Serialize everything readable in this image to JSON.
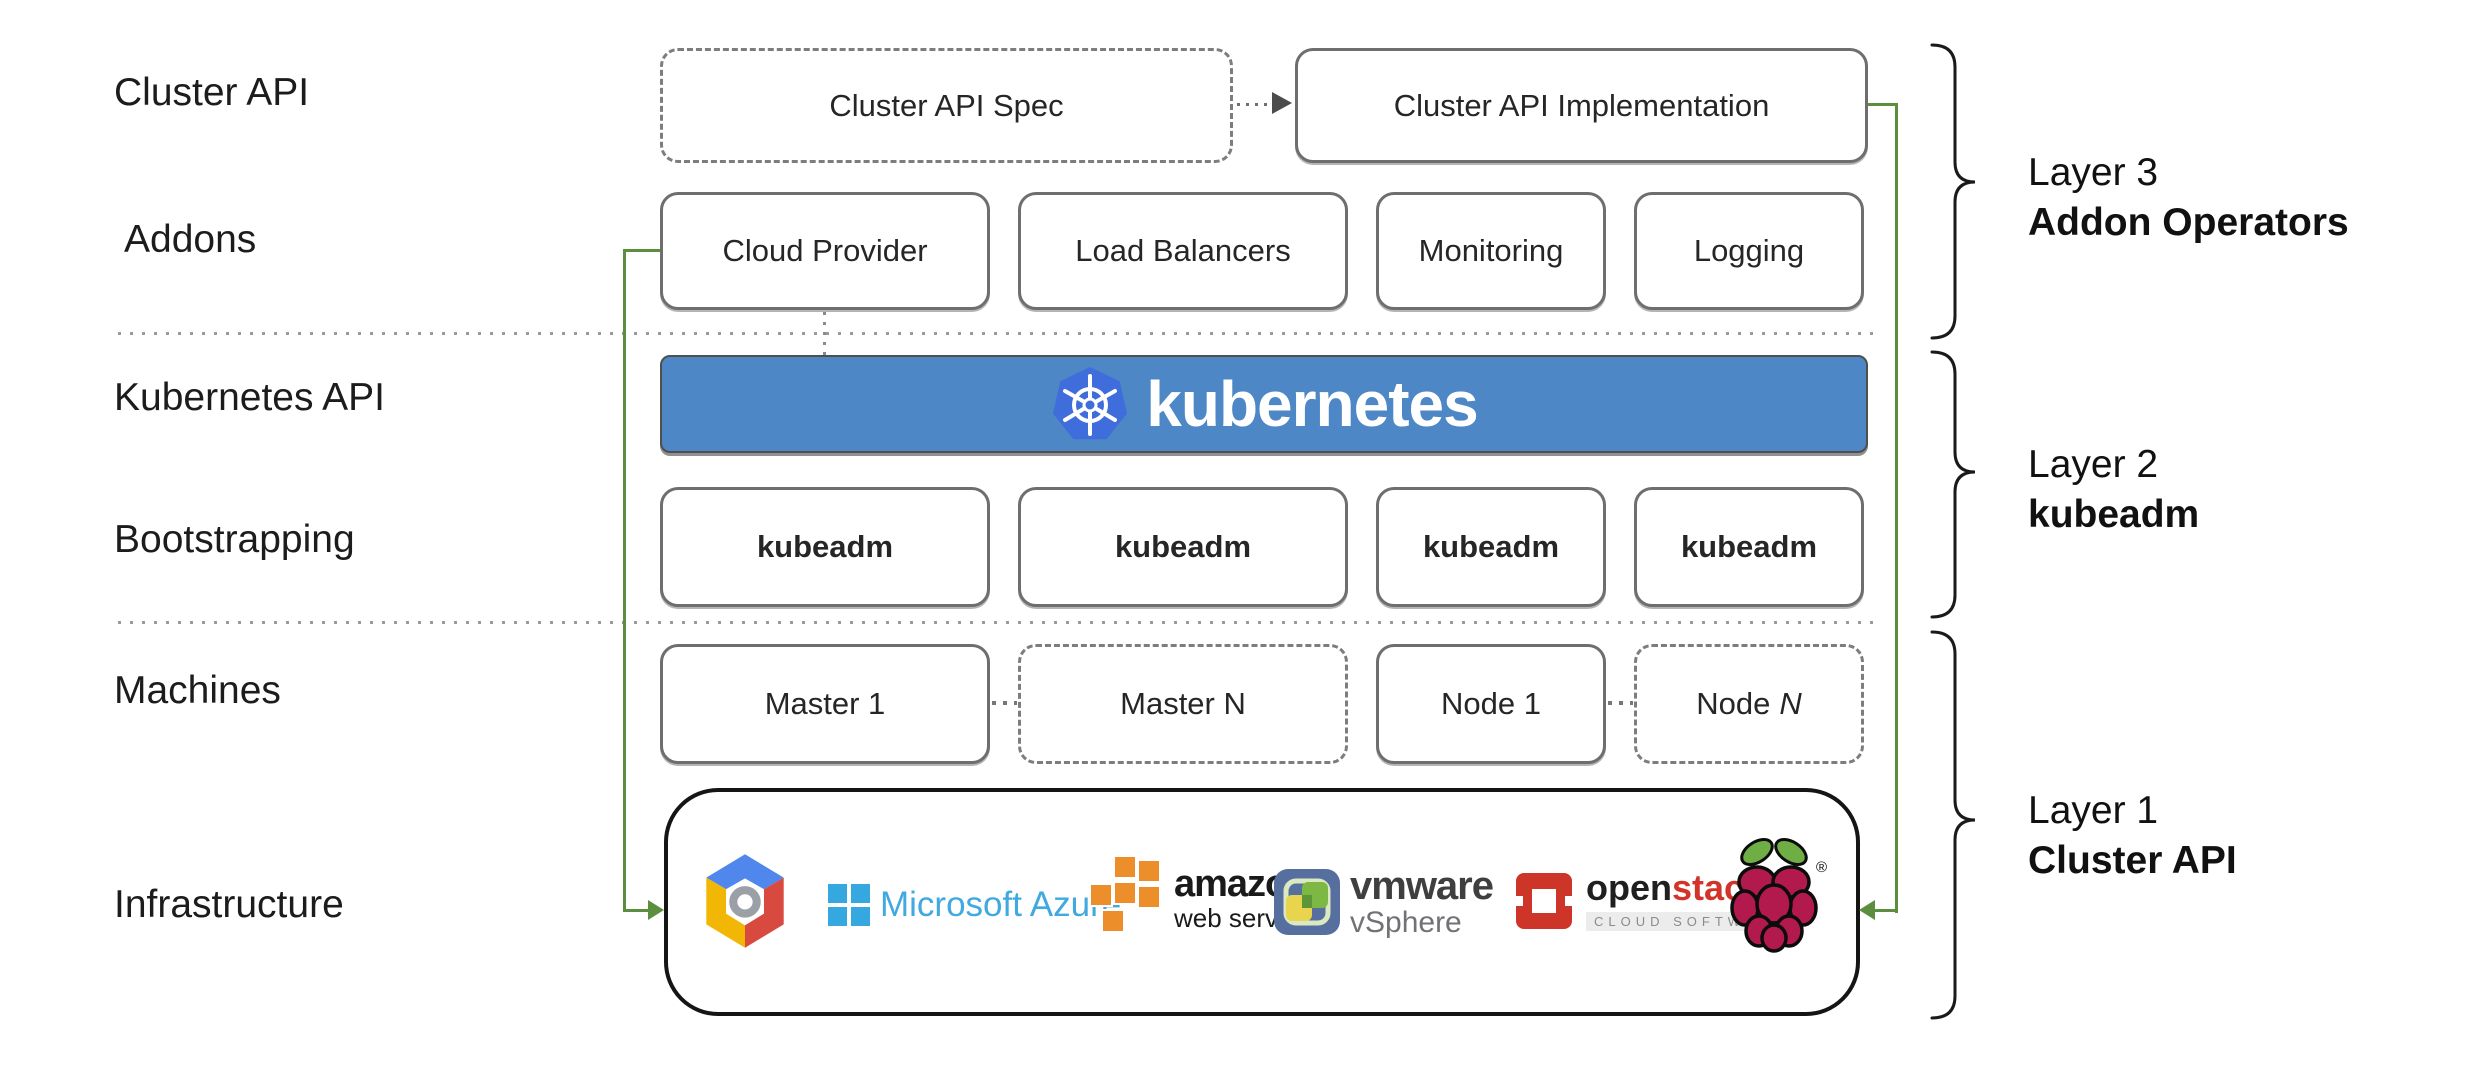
{
  "rows": {
    "cluster_api": "Cluster API",
    "addons": "Addons",
    "kubernetes_api": "Kubernetes API",
    "bootstrapping": "Bootstrapping",
    "machines": "Machines",
    "infrastructure": "Infrastructure"
  },
  "cluster_api_row": {
    "spec": "Cluster API Spec",
    "implementation": "Cluster API Implementation"
  },
  "addons_row": [
    "Cloud Provider",
    "Load Balancers",
    "Monitoring",
    "Logging"
  ],
  "kubernetes_banner": {
    "label": "kubernetes"
  },
  "bootstrapping_row": [
    "kubeadm",
    "kubeadm",
    "kubeadm",
    "kubeadm"
  ],
  "machines_row": {
    "master1": "Master 1",
    "masterN": "Master N",
    "node1": "Node 1",
    "nodeN_prefix": "Node",
    "nodeN_var": "N"
  },
  "infrastructure_row": {
    "providers": [
      "google-cloud-platform",
      "microsoft-azure",
      "amazon-web-services",
      "vmware-vsphere",
      "openstack",
      "raspberry-pi"
    ],
    "azure_text": "Microsoft Azure",
    "aws_line1": "amazon",
    "aws_line2": "web services",
    "vmware_line1": "vmware",
    "vmware_line2": "vSphere",
    "openstack_black": "open",
    "openstack_red": "stack",
    "openstack_tm": "™",
    "openstack_sub": "CLOUD SOFTWARE",
    "rpi_registered": "®"
  },
  "layers": [
    {
      "line1": "Layer 3",
      "line2": "Addon Operators"
    },
    {
      "line1": "Layer 2",
      "line2": "kubeadm"
    },
    {
      "line1": "Layer 1",
      "line2": "Cluster API"
    }
  ],
  "colors": {
    "kubernetes_banner_blue": "#4e87c6",
    "kubernetes_logo_blue": "#3f6ddb",
    "connector_green": "#5b8e3e",
    "box_border_gray": "#6e6e6e",
    "azure_blue": "#3fa9e0",
    "aws_orange": "#ec8f2b",
    "openstack_red": "#d2342a",
    "vmware_icon_blue": "#566f9f",
    "raspberry_pink": "#b21a4d",
    "raspberry_leaf_green": "#6fae44",
    "gcp_blue": "#4f87ec",
    "gcp_red": "#d8493f",
    "gcp_yellow": "#f2b705"
  }
}
